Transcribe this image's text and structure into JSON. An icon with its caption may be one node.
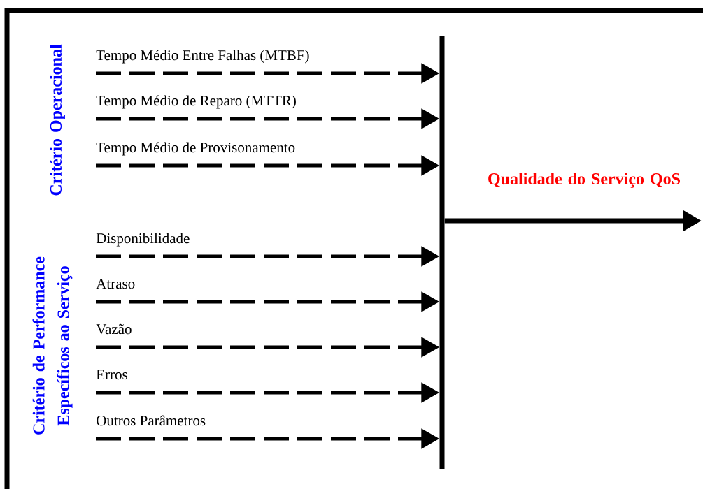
{
  "diagram": {
    "nodes": [
      {
        "text": [
          "Tempo Médio Entre Falhas (MTBF)"
        ]
      },
      {
        "text": [
          "Tempo Médio de Reparo (MTTR)"
        ]
      },
      {
        "text": [
          "Tempo Médio de Provisonamento"
        ]
      },
      {
        "text": [
          "Disponibilidade"
        ]
      },
      {
        "text": [
          "Atraso"
        ]
      },
      {
        "text": [
          "Vazão"
        ]
      },
      {
        "text": [
          "Erros"
        ]
      },
      {
        "text": [
          "Outros Parâmetros"
        ]
      },
      {
        "text": [],
        "shape": "bar"
      }
    ],
    "edges": [
      {
        "from": 0,
        "to": 8,
        "arrow": "to",
        "style": "dashed"
      },
      {
        "from": 1,
        "to": 8,
        "arrow": "to",
        "style": "dashed"
      },
      {
        "from": 2,
        "to": 8,
        "arrow": "to",
        "style": "dashed"
      },
      {
        "from": 3,
        "to": 8,
        "arrow": "to",
        "style": "dashed"
      },
      {
        "from": 4,
        "to": 8,
        "arrow": "to",
        "style": "dashed"
      },
      {
        "from": 5,
        "to": 8,
        "arrow": "to",
        "style": "dashed"
      },
      {
        "from": 6,
        "to": 8,
        "arrow": "to",
        "style": "dashed"
      },
      {
        "from": 7,
        "to": 8,
        "arrow": "to",
        "style": "dashed"
      },
      {
        "from": 8,
        "to": null,
        "arrow": "to",
        "label": "Qualidade do Serviço QoS"
      }
    ],
    "labels": [
      "Critério Operacional",
      "Critério de Performance Específicos ao Serviço"
    ]
  }
}
